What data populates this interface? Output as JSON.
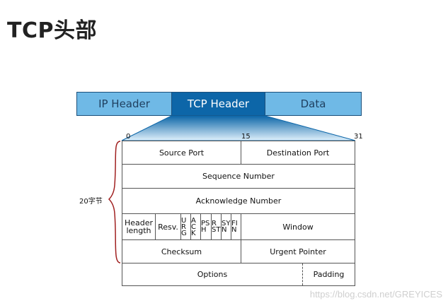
{
  "title": "TCP头部",
  "layers": {
    "ip": "IP Header",
    "tcp": "TCP  Header",
    "data": "Data"
  },
  "bits": {
    "start": "0",
    "mid": "15",
    "end": "31"
  },
  "side_label": "20字节",
  "fields": {
    "source_port": "Source Port",
    "destination_port": "Destination Port",
    "sequence_number": "Sequence Number",
    "acknowledge_number": "Acknowledge Number",
    "header_length": "Header length",
    "resv": "Resv.",
    "flags": {
      "urg": "URG",
      "ack": "ACK",
      "psh": "PSH",
      "rst": "RST",
      "syn": "SYN",
      "fin": "FIN"
    },
    "window": "Window",
    "checksum": "Checksum",
    "urgent_pointer": "Urgent Pointer",
    "options": "Options",
    "padding": "Padding"
  },
  "watermark": "https://blog.csdn.net/GREYICES",
  "colors": {
    "light_blue": "#6fb9e6",
    "dark_blue": "#0d66a8",
    "brace": "#a02020"
  }
}
